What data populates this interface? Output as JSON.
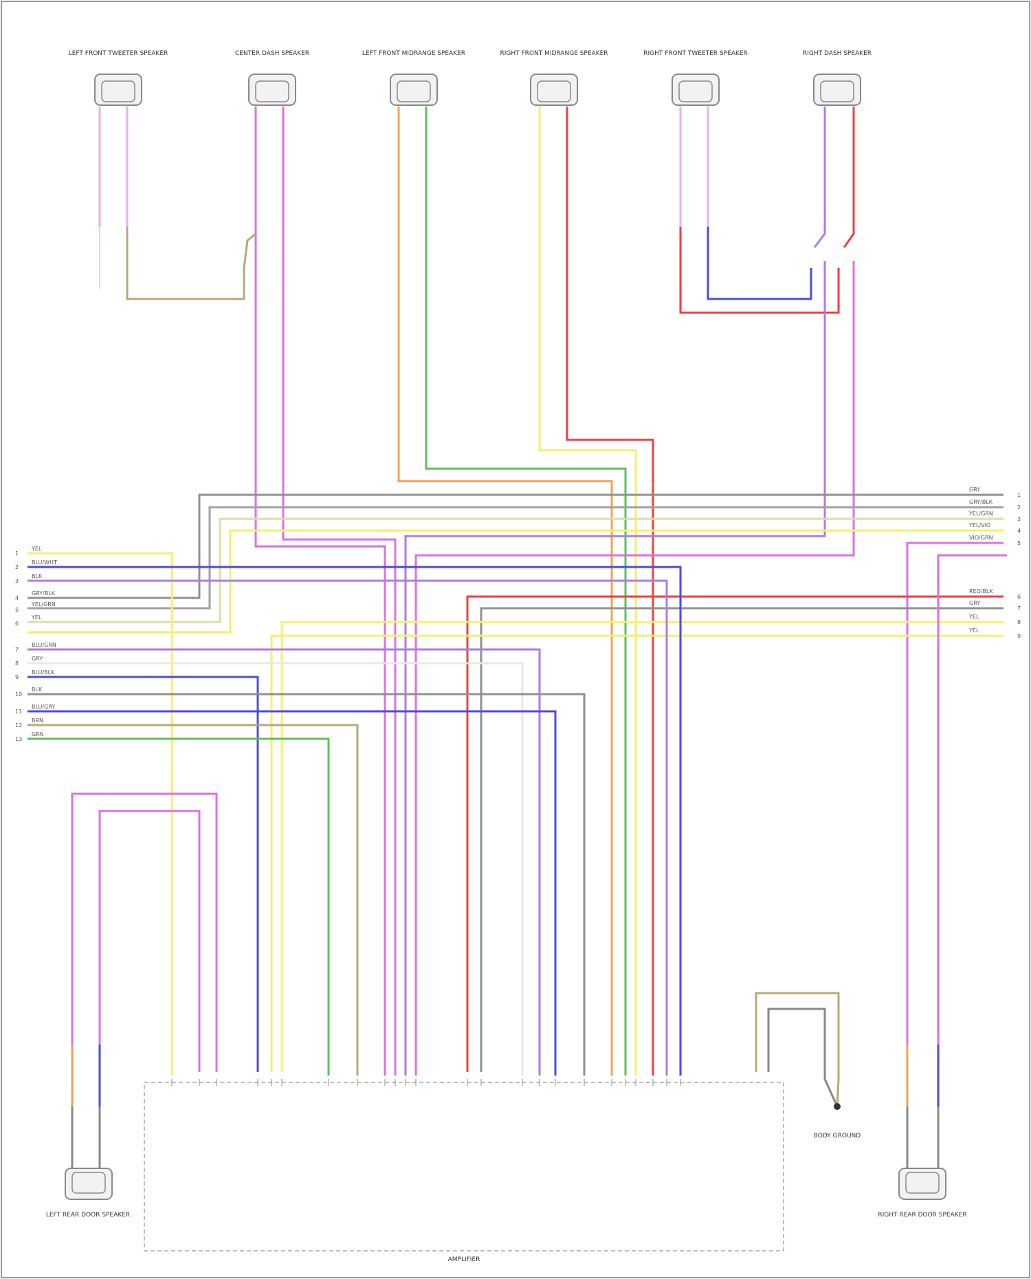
{
  "diagram": {
    "title_box_label": "AMPLIFIER",
    "footer_text": "",
    "speakers_top": [
      {
        "id": "lf-tweeter",
        "label": "LEFT FRONT TWEETER SPEAKER"
      },
      {
        "id": "center",
        "label": "CENTER DASH SPEAKER"
      },
      {
        "id": "lf-door",
        "label": "LEFT FRONT MIDRANGE SPEAKER"
      },
      {
        "id": "rf-door",
        "label": "RIGHT FRONT MIDRANGE SPEAKER"
      },
      {
        "id": "rf-tweeter",
        "label": "RIGHT FRONT TWEETER SPEAKER"
      },
      {
        "id": "rf-center",
        "label": "RIGHT DASH SPEAKER"
      }
    ],
    "speakers_bottom": [
      {
        "id": "lr-door",
        "label": "LEFT REAR DOOR SPEAKER"
      },
      {
        "id": "rr-door",
        "label": "RIGHT REAR DOOR SPEAKER"
      }
    ],
    "ground_label": "BODY GROUND",
    "left_connector_pins": [
      "1",
      "2",
      "3",
      "4",
      "5",
      "6",
      "7",
      "8",
      "9",
      "10",
      "11",
      "12",
      "13"
    ],
    "left_connector_wires": [
      "YEL",
      "BLU/WHT",
      "BLK",
      "GRY/BLK",
      "YEL/GRN",
      "YEL",
      "BLU/GRN",
      "GRY",
      "BLU/BLK",
      "BLK",
      "BLU/GRY",
      "BRN",
      "GRN"
    ],
    "right_connector_pins": [
      "1",
      "2",
      "3",
      "4",
      "5",
      "6",
      "7",
      "8",
      "9"
    ],
    "right_connector_wires": [
      "GRY",
      "GRY/BLK",
      "YEL/GRN",
      "YEL/VIO",
      "VIO/GRN",
      "RED/BLK",
      "GRY",
      "YEL",
      "YEL"
    ],
    "colors": {
      "pink": "#e16fe0",
      "violet": "#b07ae0",
      "blue": "#4a4ae6",
      "red": "#ee4040",
      "orange": "#f5a050",
      "green": "#5bc05b",
      "yellow": "#f3f06b",
      "gray": "#909090",
      "tan": "#b8a878",
      "black": "#555555"
    }
  }
}
